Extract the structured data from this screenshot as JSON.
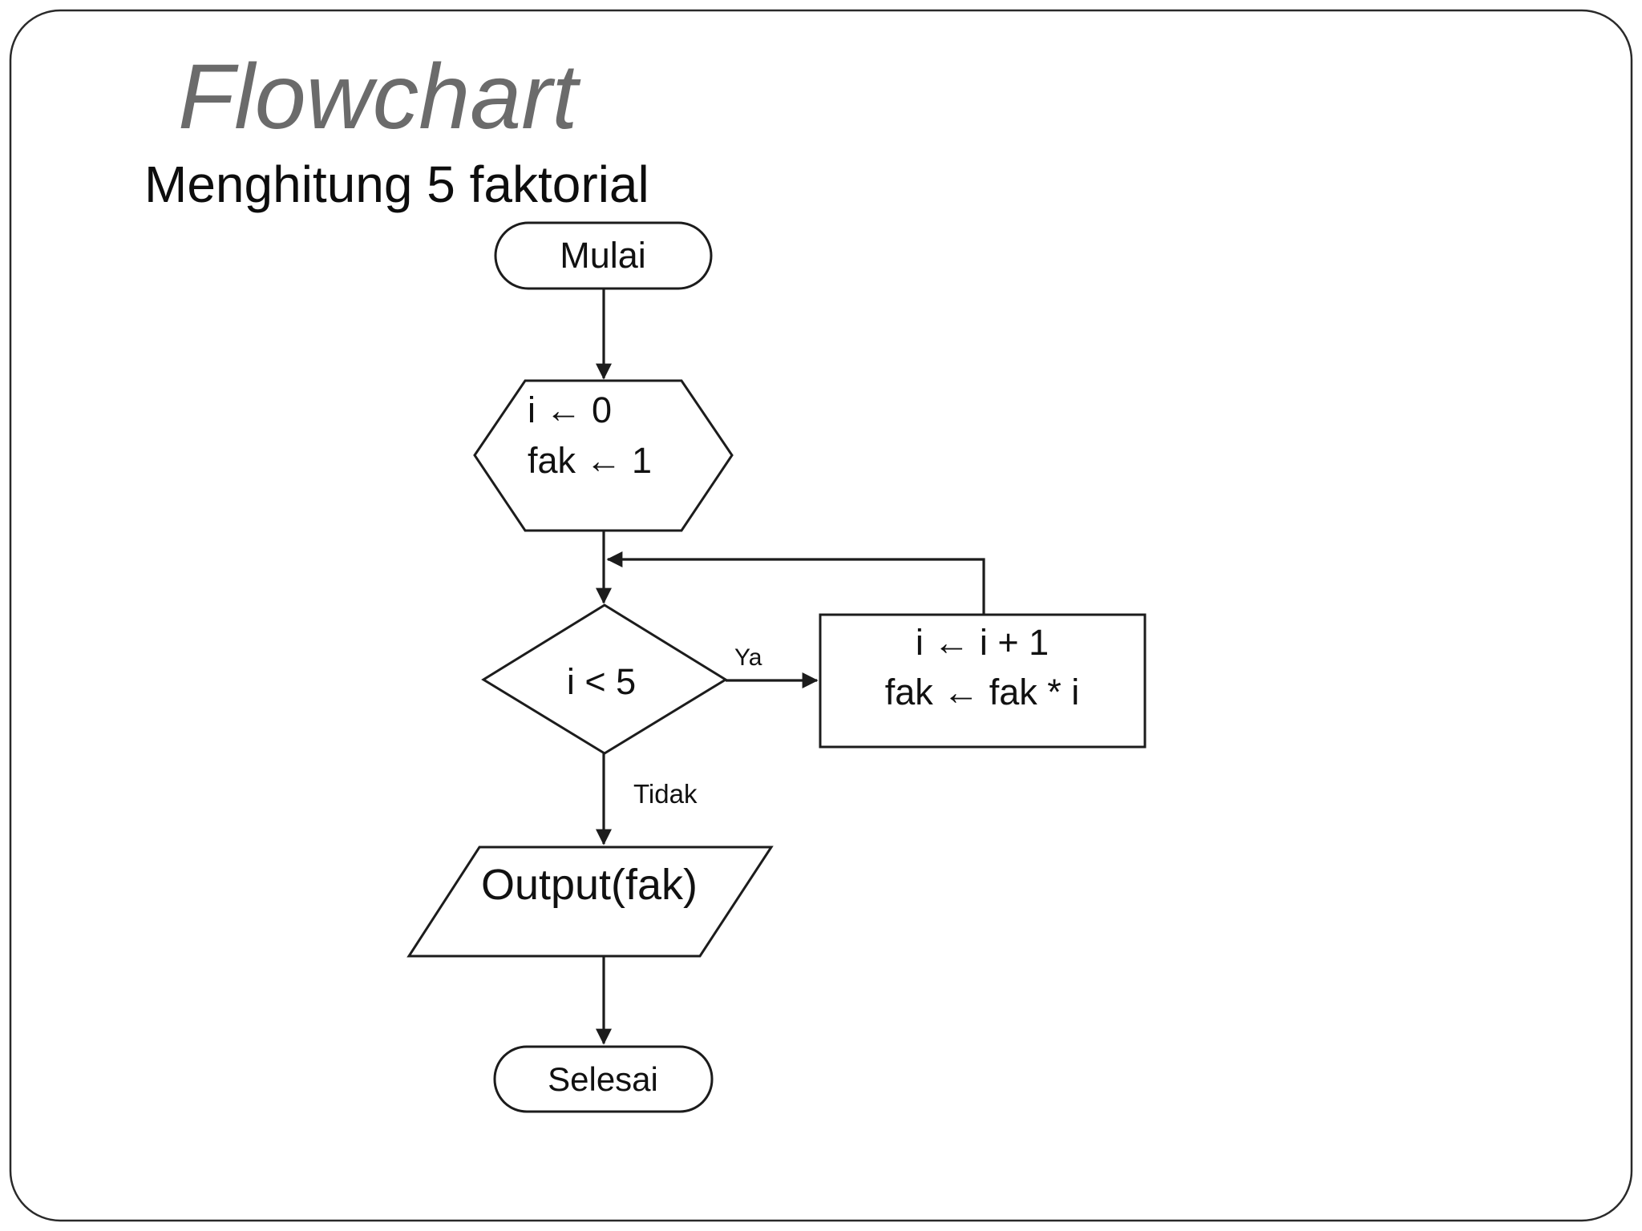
{
  "slide": {
    "title": "Flowchart",
    "subtitle": "Menghitung 5 faktorial"
  },
  "flowchart": {
    "start": {
      "label": "Mulai"
    },
    "init": {
      "line1": "i ← 0",
      "line2": "fak ← 1"
    },
    "decision": {
      "label": "i < 5"
    },
    "branches": {
      "yes": "Ya",
      "no": "Tidak"
    },
    "loop_body": {
      "line1": "i ← i + 1",
      "line2": "fak ← fak * i"
    },
    "output": {
      "label": "Output(fak)"
    },
    "end": {
      "label": "Selesai"
    }
  },
  "colors": {
    "background": "#ffffff",
    "node_fill": "#ffffff",
    "stroke": "#1c1c1c",
    "title_text": "#6b6b6b",
    "body_text": "#111111"
  }
}
